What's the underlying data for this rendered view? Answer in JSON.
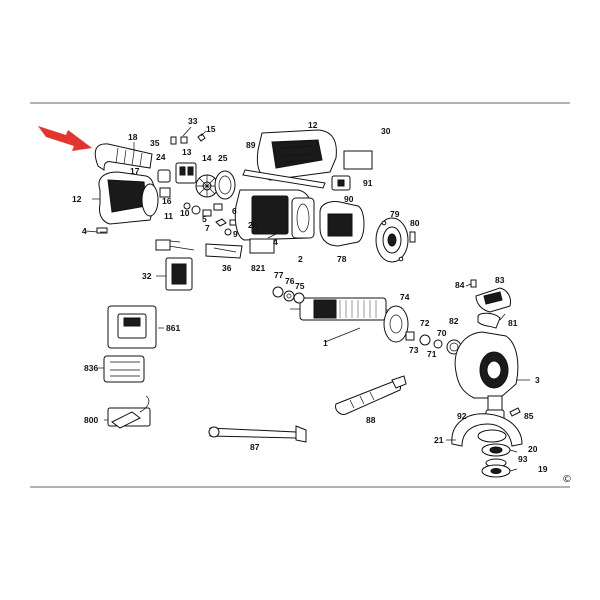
{
  "diagram": {
    "arrow_color": "#e3342f",
    "copyright_symbol": "©",
    "parts": [
      {
        "id": "p18",
        "label": "18"
      },
      {
        "id": "p33",
        "label": "33"
      },
      {
        "id": "p35",
        "label": "35"
      },
      {
        "id": "p15",
        "label": "15"
      },
      {
        "id": "p12a",
        "label": "12"
      },
      {
        "id": "p30",
        "label": "30"
      },
      {
        "id": "p13",
        "label": "13"
      },
      {
        "id": "p14",
        "label": "14"
      },
      {
        "id": "p25",
        "label": "25"
      },
      {
        "id": "p89",
        "label": "89"
      },
      {
        "id": "p24",
        "label": "24"
      },
      {
        "id": "p17",
        "label": "17"
      },
      {
        "id": "p91",
        "label": "91"
      },
      {
        "id": "p12b",
        "label": "12"
      },
      {
        "id": "p16",
        "label": "16"
      },
      {
        "id": "p11",
        "label": "11"
      },
      {
        "id": "p10",
        "label": "10"
      },
      {
        "id": "p5",
        "label": "5"
      },
      {
        "id": "p6",
        "label": "6"
      },
      {
        "id": "p90",
        "label": "90"
      },
      {
        "id": "p79",
        "label": "79"
      },
      {
        "id": "p80",
        "label": "80"
      },
      {
        "id": "p4a",
        "label": "4"
      },
      {
        "id": "p7",
        "label": "7"
      },
      {
        "id": "p26",
        "label": "26"
      },
      {
        "id": "p9",
        "label": "9"
      },
      {
        "id": "p4b",
        "label": "4"
      },
      {
        "id": "p2",
        "label": "2"
      },
      {
        "id": "p78",
        "label": "78"
      },
      {
        "id": "p36",
        "label": "36"
      },
      {
        "id": "p821",
        "label": "821"
      },
      {
        "id": "p32",
        "label": "32"
      },
      {
        "id": "p77",
        "label": "77"
      },
      {
        "id": "p76",
        "label": "76"
      },
      {
        "id": "p75",
        "label": "75"
      },
      {
        "id": "p84",
        "label": "84"
      },
      {
        "id": "p83",
        "label": "83"
      },
      {
        "id": "p74",
        "label": "74"
      },
      {
        "id": "p81",
        "label": "81"
      },
      {
        "id": "p861",
        "label": "861"
      },
      {
        "id": "p72",
        "label": "72"
      },
      {
        "id": "p82",
        "label": "82"
      },
      {
        "id": "p1",
        "label": "1"
      },
      {
        "id": "p73",
        "label": "73"
      },
      {
        "id": "p70",
        "label": "70"
      },
      {
        "id": "p71",
        "label": "71"
      },
      {
        "id": "p836",
        "label": "836"
      },
      {
        "id": "p3",
        "label": "3"
      },
      {
        "id": "p92",
        "label": "92"
      },
      {
        "id": "p85",
        "label": "85"
      },
      {
        "id": "p88",
        "label": "88"
      },
      {
        "id": "p800",
        "label": "800"
      },
      {
        "id": "p87",
        "label": "87"
      },
      {
        "id": "p21",
        "label": "21"
      },
      {
        "id": "p20",
        "label": "20"
      },
      {
        "id": "p93",
        "label": "93"
      },
      {
        "id": "p19",
        "label": "19"
      }
    ]
  }
}
